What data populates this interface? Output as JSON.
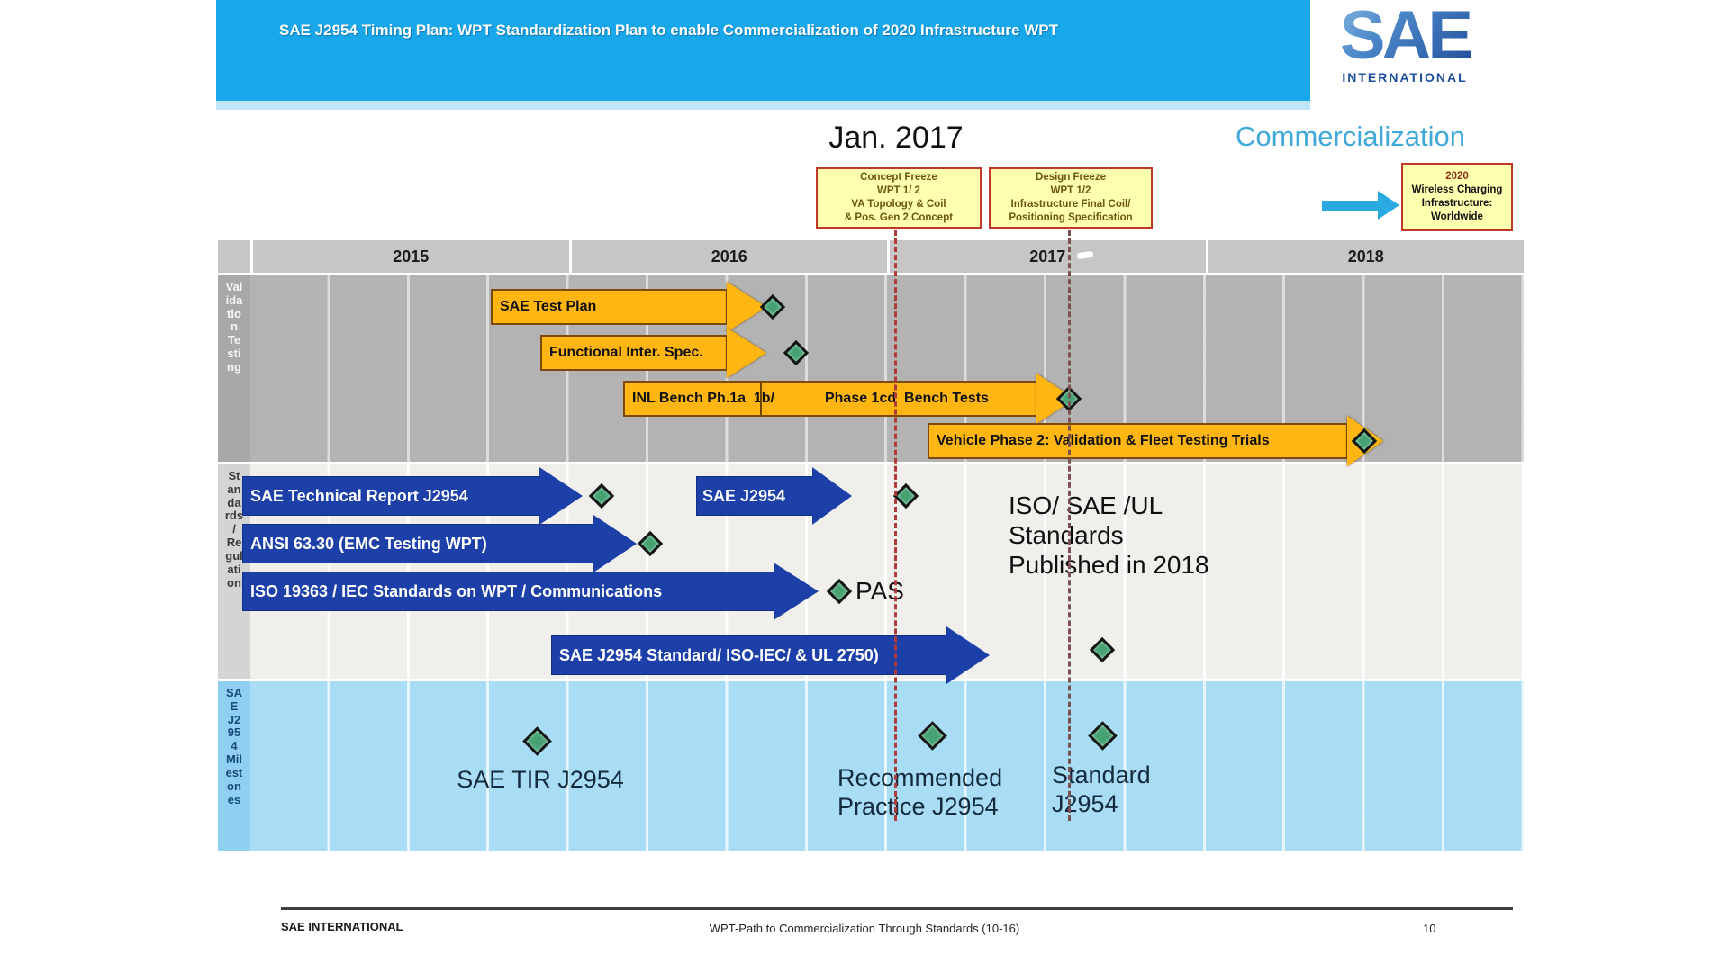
{
  "slide": {
    "title": "SAE J2954 Timing Plan: WPT Standardization Plan to enable Commercialization of 2020 Infrastructure WPT",
    "logo": {
      "brand": "SAE",
      "subtitle": "INTERNATIONAL"
    },
    "jan_2017_label": "Jan. 2017",
    "commercialization_label": "Commercialization"
  },
  "callouts": {
    "concept_freeze": "Concept Freeze\nWPT 1/ 2\nVA Topology  & Coil\n& Pos. Gen 2 Concept",
    "design_freeze": "Design Freeze\nWPT 1/2\nInfrastructure Final Coil/\nPositioning Specification",
    "year_2020": "2020",
    "infrastructure_2020": "Wireless Charging\nInfrastructure:\nWorldwide"
  },
  "timeline": {
    "years": [
      "2015",
      "2016",
      "2017",
      "2018"
    ],
    "rows": [
      {
        "id": "validation",
        "full_label": "Validation Testing",
        "label": "Val\nida\ntio\nn\nTe\nsti\nng"
      },
      {
        "id": "standards",
        "full_label": "Standards / Regulation",
        "label": "St\nan\nda\nrds\n/\nRe\ngul\nati\non"
      },
      {
        "id": "milestones",
        "full_label": "SAE J2954 Milestones",
        "label": "SA\nE\nJ2\n95\n4\nMil\nest\non\nes"
      }
    ]
  },
  "validation_arrows": [
    {
      "label": "SAE Test Plan"
    },
    {
      "label": "Functional Inter. Spec."
    },
    {
      "label_left": "INL Bench Ph.1a  1b/",
      "label_right": "Phase 1cd  Bench Tests"
    },
    {
      "label": "Vehicle Phase 2: Validation & Fleet Testing Trials"
    }
  ],
  "standards_arrows": [
    {
      "label": "SAE Technical Report J2954"
    },
    {
      "label": "SAE J2954"
    },
    {
      "label": "ANSI 63.30 (EMC Testing WPT)"
    },
    {
      "label": "ISO 19363 / IEC Standards on WPT / Communications",
      "milestone_label": "PAS"
    },
    {
      "label": "SAE J2954 Standard/ ISO-IEC/ & UL 2750)"
    }
  ],
  "notes": {
    "iso_published": "ISO/ SAE /UL\nStandards\nPublished in 2018"
  },
  "milestones": [
    {
      "label": "SAE TIR J2954"
    },
    {
      "label": "Recommended\nPractice J2954"
    },
    {
      "label": "Standard\nJ2954"
    }
  ],
  "footer": {
    "left": "SAE INTERNATIONAL",
    "center": "WPT-Path to Commercialization Through Standards (10-16)",
    "page": "10"
  },
  "colors": {
    "banner_blue": "#18a7e8",
    "arrow_orange": "#ffb612",
    "arrow_blue": "#1c3fa8",
    "diamond_green": "#46a273",
    "callout_yellow": "#ffffb0",
    "callout_border_red": "#c0392b",
    "dashed_line_red": "#b03a3a",
    "milestone_row_blue": "#a9ddf6"
  }
}
